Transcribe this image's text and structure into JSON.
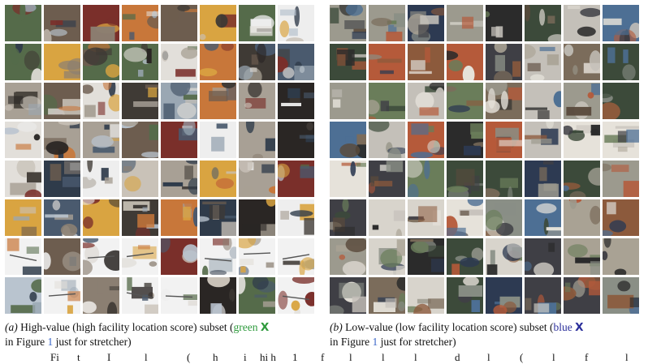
{
  "panel_a": {
    "rows": 8,
    "cols": 8,
    "palette": [
      "#3f3a35",
      "#6d5d4f",
      "#8b7f72",
      "#2f3b4a",
      "#a8a095",
      "#c9c2b8",
      "#d9a441",
      "#7a2f2a",
      "#556b4a",
      "#b9c4cf",
      "#e2dfda",
      "#4a5a6e",
      "#9aa7b3",
      "#c8773a",
      "#eeeeee",
      "#2a2624"
    ],
    "light_rows": [
      6,
      7
    ],
    "caption": {
      "label": "(a)",
      "text_1": "High-value (high facility location score) subset (",
      "color_word": "green",
      "color_hex": "#2e9a3c",
      "marker": "X",
      "text_2": "in Figure ",
      "fig_ref": "1",
      "text_3": " just for stretcher)"
    }
  },
  "panel_b": {
    "rows": 8,
    "cols": 8,
    "palette": [
      "#5a4a3c",
      "#7b6c5b",
      "#3c4a3a",
      "#8a8f86",
      "#c4c0b9",
      "#2d3a52",
      "#6a7d5a",
      "#a9a294",
      "#b55a3a",
      "#3f3f45",
      "#d8d4cc",
      "#4d6f94",
      "#8c5a3c",
      "#2b2b2b",
      "#9c9a8e",
      "#e6e2da"
    ],
    "light_rows": [],
    "caption": {
      "label": "(b)",
      "text_1": "Low-value (low facility location score) subset (",
      "color_word": "blue",
      "color_hex": "#2b2f9b",
      "marker": "X",
      "text_2": "in Figure ",
      "fig_ref": "1",
      "text_3": " just for stretcher)"
    }
  },
  "footer": {
    "parts": [
      "Fi",
      "t",
      "I",
      "l",
      "(",
      "h",
      "i",
      "hi h",
      "1",
      "f",
      "l",
      "l",
      "l",
      "d",
      "l",
      "(",
      "l",
      "f",
      "l"
    ]
  }
}
